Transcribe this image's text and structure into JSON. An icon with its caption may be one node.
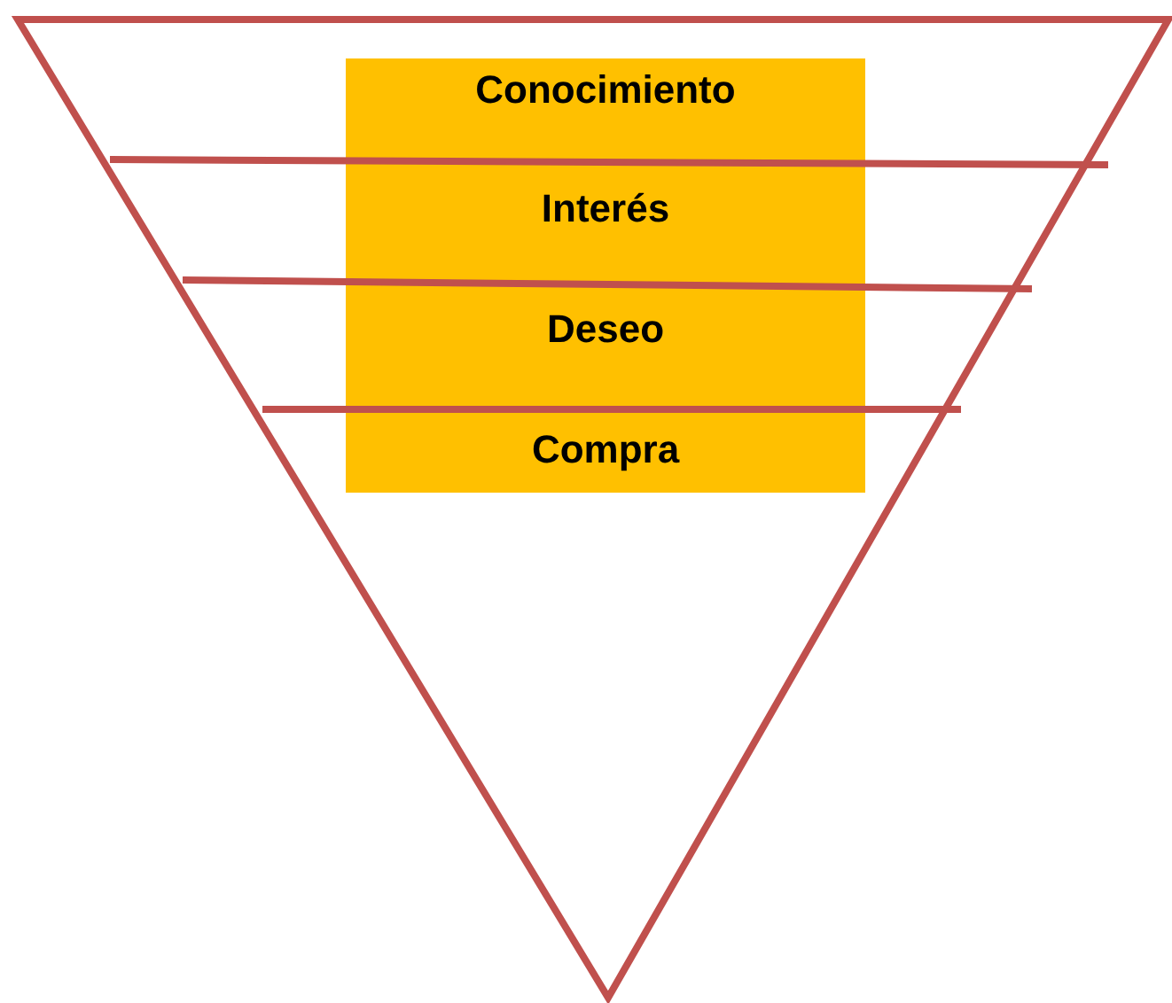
{
  "diagram": {
    "nodes": [
      {
        "text": [
          "Conocimiento"
        ]
      },
      {
        "text": [
          "Interés"
        ]
      },
      {
        "text": [
          "Deseo"
        ]
      },
      {
        "text": [
          "Compra"
        ]
      }
    ]
  }
}
